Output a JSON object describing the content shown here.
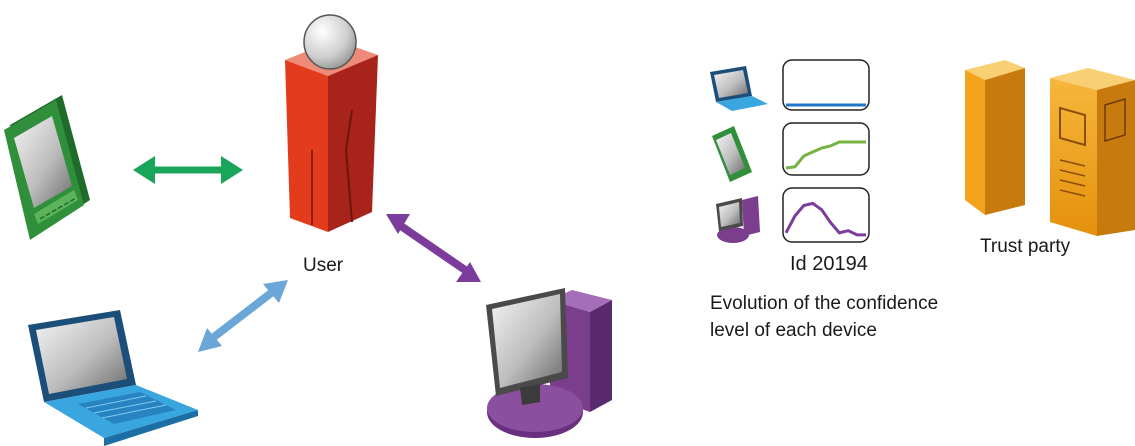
{
  "labels": {
    "user": "User",
    "id": "Id 20194",
    "caption_line1": "Evolution of the confidence",
    "caption_line2": "level of each device",
    "trust_party": "Trust party"
  },
  "icons": {
    "user": "person-icon",
    "phone": "smartphone-icon",
    "laptop": "laptop-icon",
    "desktop": "desktop-computer-icon",
    "servers": "server-icon"
  },
  "colors": {
    "user_front": "#e23c1c",
    "user_side": "#a8231a",
    "user_top": "#f08a78",
    "phone": "#2f8f3a",
    "laptop": "#1b6fa5",
    "desktop": "#7a3e8c",
    "arrow_phone": "#19a65a",
    "arrow_laptop": "#6aa6d8",
    "arrow_desktop": "#7b3c9c",
    "server": "#f2a21b",
    "trend_laptop": "#1f77c8",
    "trend_phone": "#76b342",
    "trend_desktop": "#7b3c9c"
  },
  "chart_data": [
    {
      "type": "line",
      "series": [
        {
          "values": [
            0,
            0,
            0,
            0,
            0,
            0,
            0,
            0,
            0,
            0
          ]
        }
      ]
    },
    {
      "type": "line",
      "series": [
        {
          "values": [
            0.05,
            0.08,
            0.35,
            0.45,
            0.55,
            0.6,
            0.7,
            0.7,
            0.7,
            0.7
          ]
        }
      ]
    },
    {
      "type": "line",
      "series": [
        {
          "values": [
            0.1,
            0.5,
            0.75,
            0.8,
            0.65,
            0.35,
            0.1,
            0.15,
            0.05,
            0.05
          ]
        }
      ]
    }
  ]
}
